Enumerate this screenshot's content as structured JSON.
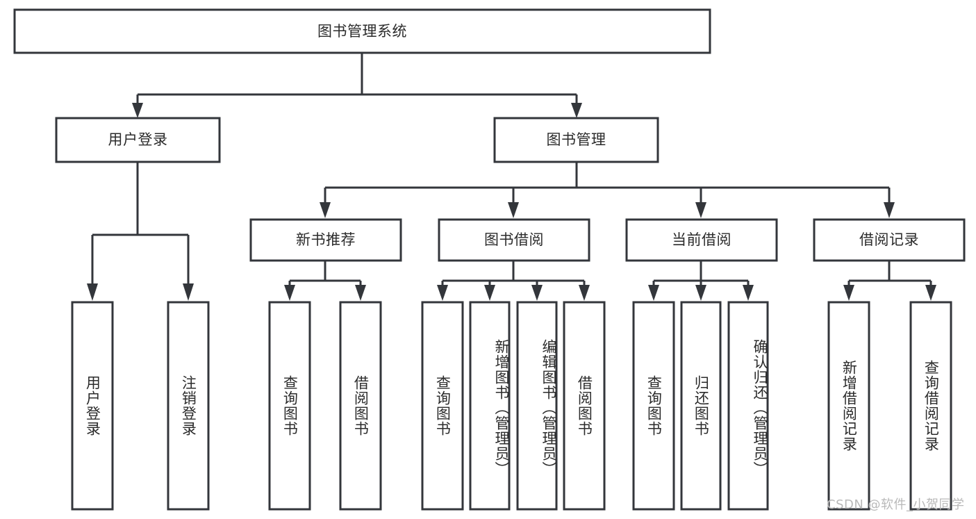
{
  "diagram": {
    "type": "tree",
    "title": "图书管理系统",
    "watermark": "CSDN @软件_小贺同学",
    "colors": {
      "box_stroke": "#33363b",
      "box_fill": "#ffffff",
      "text": "#2b2b2b",
      "watermark": "#b9b9b9",
      "background": "#ffffff"
    },
    "levels": [
      {
        "level": 1,
        "nodes": [
          {
            "id": "root",
            "label": "图书管理系统",
            "orientation": "horizontal"
          }
        ]
      },
      {
        "level": 2,
        "nodes": [
          {
            "id": "user-login",
            "label": "用户登录",
            "orientation": "horizontal",
            "parent": "root"
          },
          {
            "id": "book-manage",
            "label": "图书管理",
            "orientation": "horizontal",
            "parent": "root"
          }
        ]
      },
      {
        "level": 3,
        "nodes": [
          {
            "id": "new-book-rec",
            "label": "新书推荐",
            "orientation": "horizontal",
            "parent": "book-manage"
          },
          {
            "id": "book-borrow",
            "label": "图书借阅",
            "orientation": "horizontal",
            "parent": "book-manage"
          },
          {
            "id": "current-borrow",
            "label": "当前借阅",
            "orientation": "horizontal",
            "parent": "book-manage"
          },
          {
            "id": "borrow-record",
            "label": "借阅记录",
            "orientation": "horizontal",
            "parent": "book-manage"
          }
        ]
      },
      {
        "level": 4,
        "nodes": [
          {
            "id": "leaf-user-login",
            "label": "用户登录",
            "orientation": "vertical",
            "parent": "user-login"
          },
          {
            "id": "leaf-logout",
            "label": "注销登录",
            "orientation": "vertical",
            "parent": "user-login"
          },
          {
            "id": "leaf-query-book-1",
            "label": "查询图书",
            "orientation": "vertical",
            "parent": "new-book-rec"
          },
          {
            "id": "leaf-borrow-book-1",
            "label": "借阅图书",
            "orientation": "vertical",
            "parent": "new-book-rec"
          },
          {
            "id": "leaf-query-book-2",
            "label": "查询图书",
            "orientation": "vertical",
            "parent": "book-borrow"
          },
          {
            "id": "leaf-add-book",
            "label": "新增图书（管理员）",
            "orientation": "vertical",
            "parent": "book-borrow"
          },
          {
            "id": "leaf-edit-book",
            "label": "编辑图书（管理员）",
            "orientation": "vertical",
            "parent": "book-borrow"
          },
          {
            "id": "leaf-borrow-book-2",
            "label": "借阅图书",
            "orientation": "vertical",
            "parent": "book-borrow"
          },
          {
            "id": "leaf-query-book-3",
            "label": "查询图书",
            "orientation": "vertical",
            "parent": "current-borrow"
          },
          {
            "id": "leaf-return-book",
            "label": "归还图书",
            "orientation": "vertical",
            "parent": "current-borrow"
          },
          {
            "id": "leaf-confirm-return",
            "label": "确认归还（管理员）",
            "orientation": "vertical",
            "parent": "current-borrow"
          },
          {
            "id": "leaf-add-record",
            "label": "新增借阅记录",
            "orientation": "vertical",
            "parent": "borrow-record"
          },
          {
            "id": "leaf-query-record",
            "label": "查询借阅记录",
            "orientation": "vertical",
            "parent": "borrow-record"
          }
        ]
      }
    ]
  }
}
